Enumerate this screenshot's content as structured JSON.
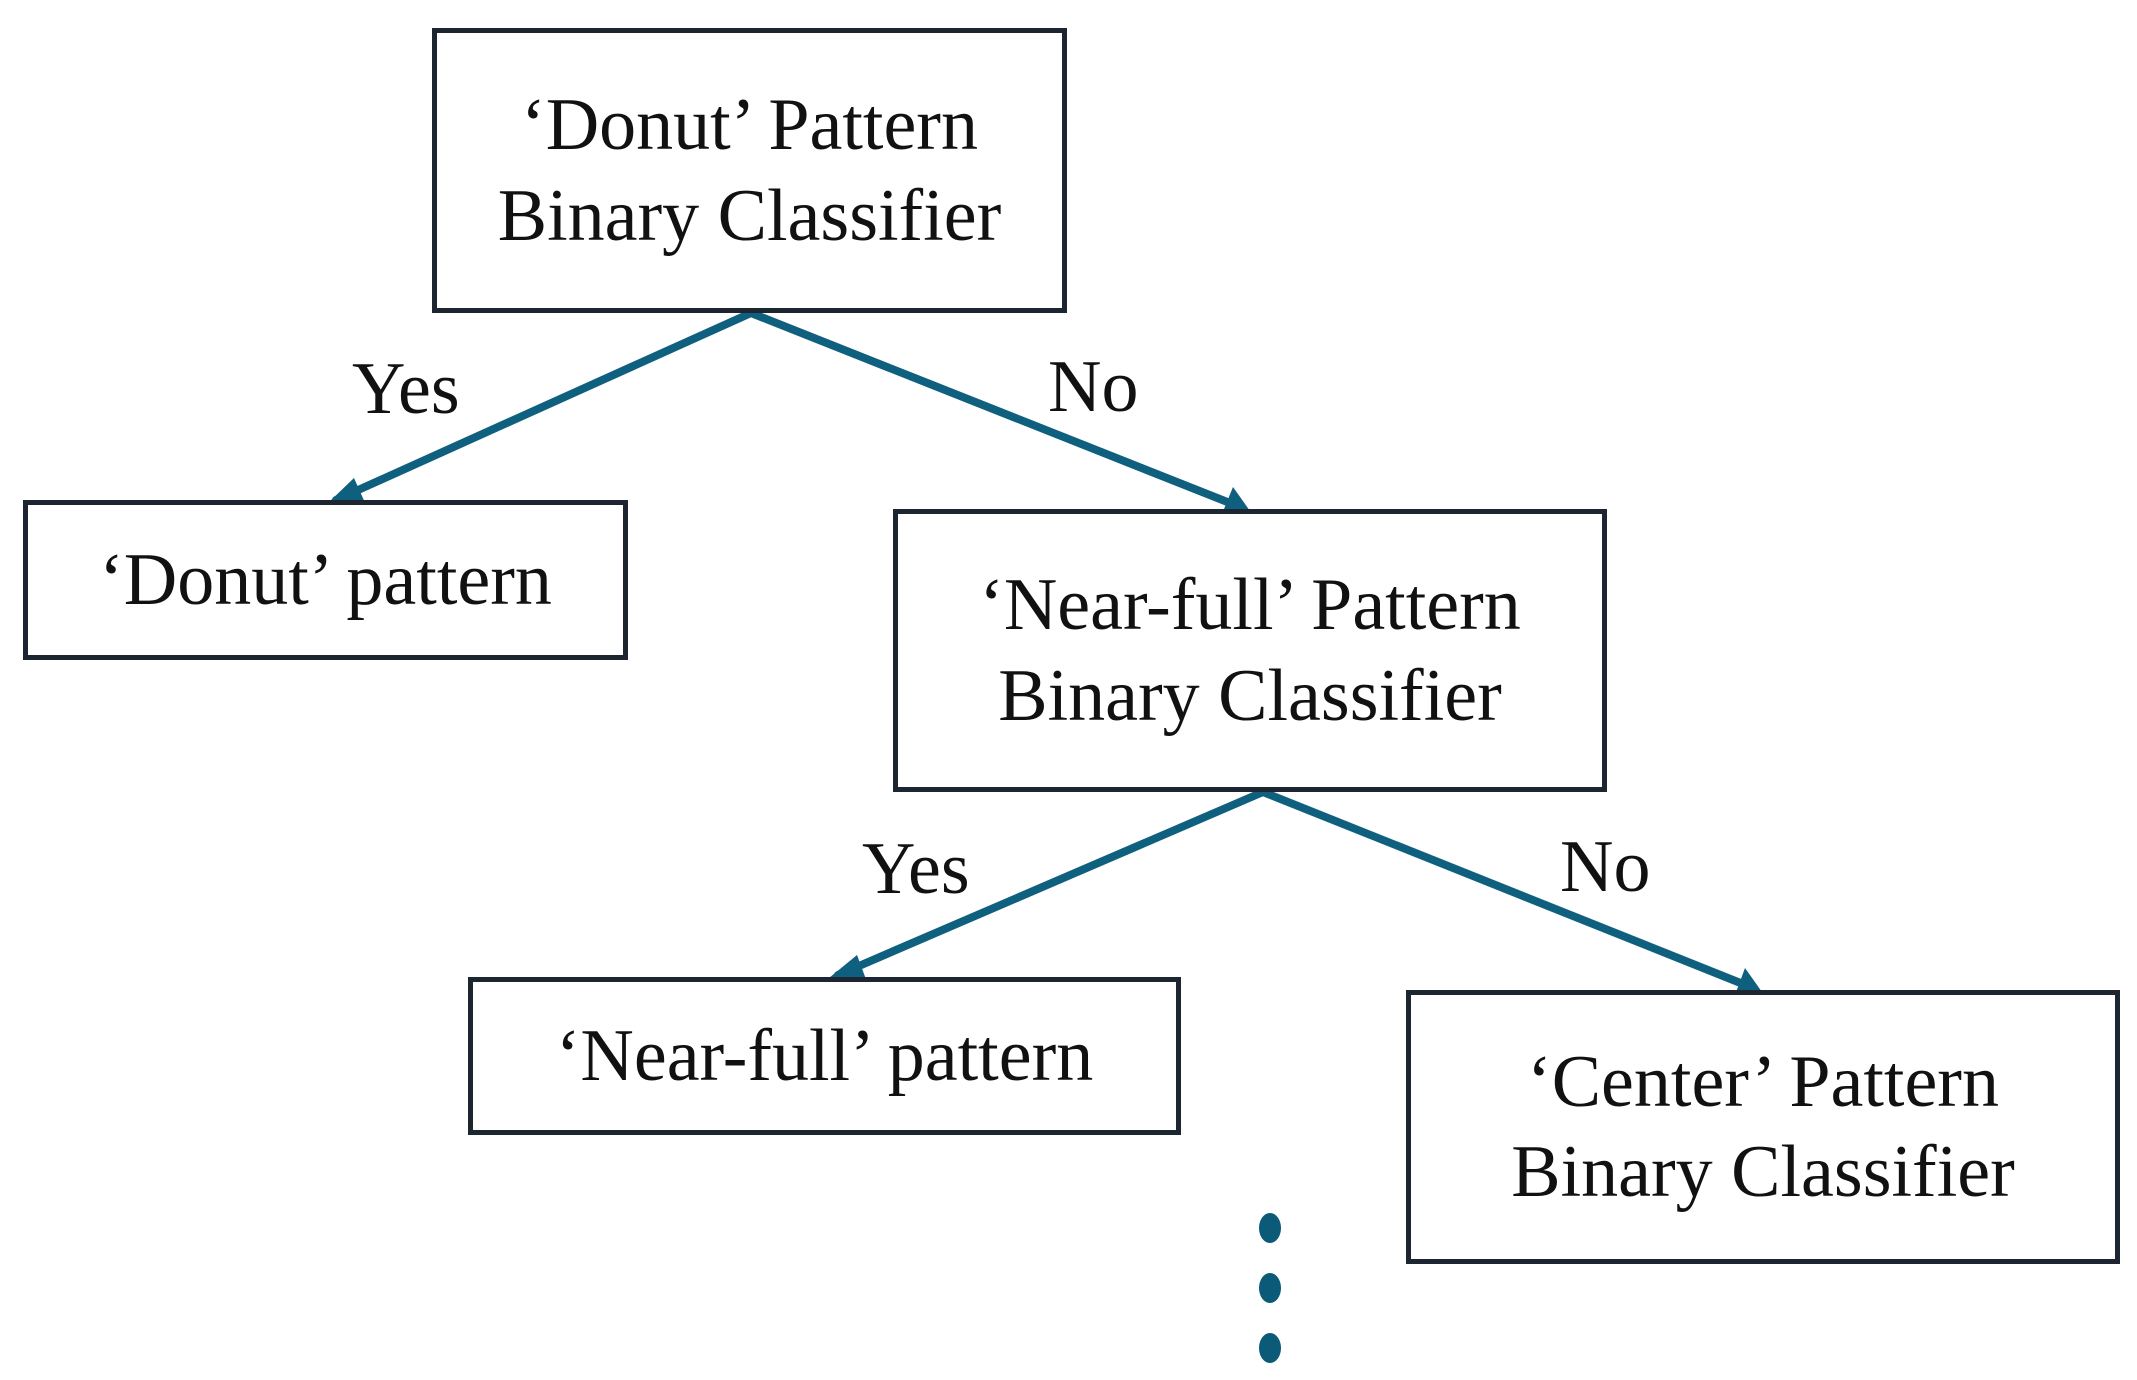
{
  "colors": {
    "arrow": "#0f5f7f",
    "box_border": "#1c2530",
    "text": "#111111"
  },
  "nodes": {
    "donut_classifier": {
      "line1": "‘Donut’ Pattern",
      "line2": "Binary Classifier"
    },
    "donut_pattern": {
      "label": "‘Donut’ pattern"
    },
    "nearfull_classifier": {
      "line1": "‘Near-full’ Pattern",
      "line2": "Binary Classifier"
    },
    "nearfull_pattern": {
      "label": "‘Near-full’ pattern"
    },
    "center_classifier": {
      "line1": "‘Center’ Pattern",
      "line2": "Binary Classifier"
    }
  },
  "edges": {
    "donut_yes": "Yes",
    "donut_no": "No",
    "nearfull_yes": "Yes",
    "nearfull_no": "No"
  }
}
